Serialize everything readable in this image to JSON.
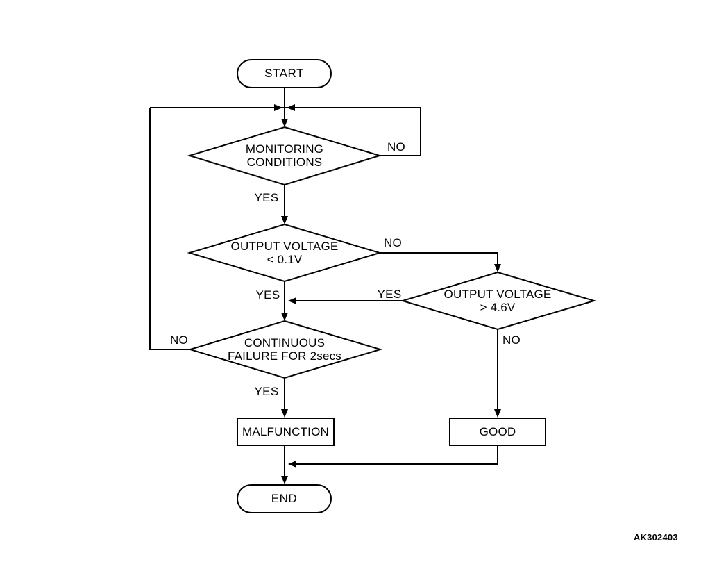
{
  "diagram": {
    "footer_code": "AK302403",
    "colors": {
      "line": "#000000",
      "background": "#ffffff",
      "text": "#000000"
    },
    "nodes": {
      "start": {
        "type": "terminal",
        "label": "START"
      },
      "monitoring": {
        "type": "decision",
        "label": "MONITORING\nCONDITIONS"
      },
      "output_low": {
        "type": "decision",
        "label": "OUTPUT VOLTAGE\n< 0.1V"
      },
      "output_high": {
        "type": "decision",
        "label": "OUTPUT VOLTAGE\n> 4.6V"
      },
      "continuous": {
        "type": "decision",
        "label": "CONTINUOUS\nFAILURE FOR 2secs"
      },
      "malfunction": {
        "type": "process",
        "label": "MALFUNCTION"
      },
      "good": {
        "type": "process",
        "label": "GOOD"
      },
      "end": {
        "type": "terminal",
        "label": "END"
      }
    },
    "edge_labels": {
      "monitoring_no": "NO",
      "monitoring_yes": "YES",
      "output_low_no": "NO",
      "output_low_yes": "YES",
      "output_high_yes": "YES",
      "output_high_no": "NO",
      "continuous_no": "NO",
      "continuous_yes": "YES"
    }
  }
}
